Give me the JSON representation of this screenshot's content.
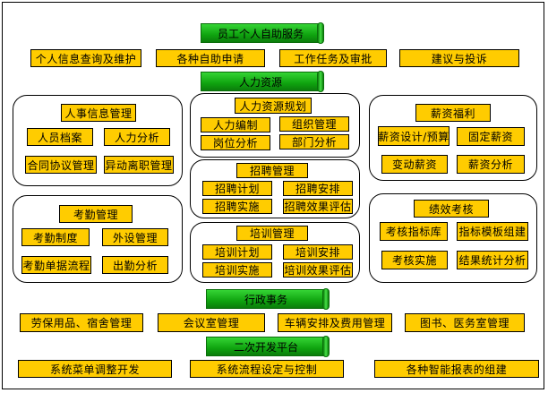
{
  "banners": {
    "self_service": "员工个人自助服务",
    "hr": "人力资源",
    "admin": "行政事务",
    "dev": "二次开发平台"
  },
  "self_service": {
    "b1": "个人信息查询及维护",
    "b2": "各种自助申请",
    "b3": "工作任务及审批",
    "b4": "建议与投诉"
  },
  "personnel": {
    "title": "人事信息管理",
    "b1": "人员档案",
    "b2": "人力分析",
    "b3": "合同协议管理",
    "b4": "异动离职管理"
  },
  "planning": {
    "title": "人力资源规划",
    "b1": "人力编制",
    "b2": "组织管理",
    "b3": "岗位分析",
    "b4": "部门分析"
  },
  "salary": {
    "title": "薪资福利",
    "b1": "薪资设计/预算",
    "b2": "固定薪资",
    "b3": "变动薪资",
    "b4": "薪资分析"
  },
  "recruit": {
    "title": "招聘管理",
    "b1": "招聘计划",
    "b2": "招聘安排",
    "b3": "招聘实施",
    "b4": "招聘效果评估"
  },
  "attendance": {
    "title": "考勤管理",
    "b1": "考勤制度",
    "b2": "外设管理",
    "b3": "考勤单据流程",
    "b4": "出勤分析"
  },
  "training": {
    "title": "培训管理",
    "b1": "培训计划",
    "b2": "培训安排",
    "b3": "培训实施",
    "b4": "培训效果评估"
  },
  "performance": {
    "title": "绩效考核",
    "b1": "考核指标库",
    "b2": "指标模板组建",
    "b3": "考核实施",
    "b4": "结果统计分析"
  },
  "admin": {
    "b1": "劳保用品、宿舍管理",
    "b2": "会议室管理",
    "b3": "车辆安排及费用管理",
    "b4": "图书、医务室管理"
  },
  "dev": {
    "b1": "系统菜单调整开发",
    "b2": "系统流程设定与控制",
    "b3": "各种智能报表的组建"
  },
  "colors": {
    "box_fill": "#ffcc00",
    "banner_green": "#19b319"
  }
}
